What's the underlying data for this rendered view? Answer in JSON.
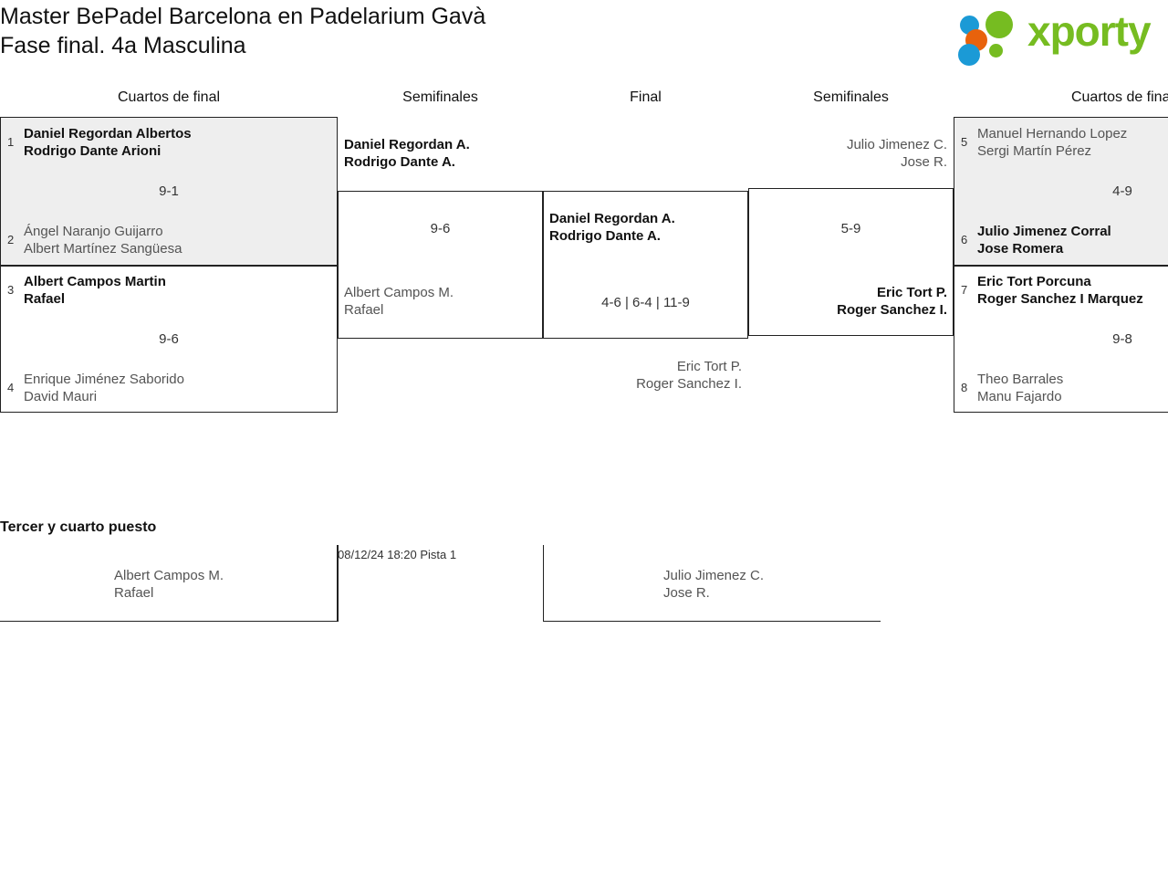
{
  "header": {
    "title": "Master BePadel Barcelona en Padelarium Gavà\nFase final. 4a Masculina",
    "logo_text": "xporty",
    "logo_colors": {
      "green": "#76bc21",
      "blue": "#1b9ad6",
      "orange": "#e8620c"
    }
  },
  "columns": {
    "qf_left": "Cuartos de final",
    "sf_left": "Semifinales",
    "final": "Final",
    "sf_right": "Semifinales",
    "qf_right": "Cuartos de final"
  },
  "bracket": {
    "qf_left": [
      {
        "seed_top": "1",
        "top": {
          "p1": "Daniel Regordan Albertos",
          "p2": "Rodrigo Dante Arioni",
          "result": "win"
        },
        "score": "9-1",
        "seed_bottom": "2",
        "bottom": {
          "p1": "Ángel Naranjo Guijarro",
          "p2": "Albert Martínez Sangüesa",
          "result": "lose"
        }
      },
      {
        "seed_top": "3",
        "top": {
          "p1": "Albert Campos Martin",
          "p2": "Rafael",
          "result": "win"
        },
        "score": "9-6",
        "seed_bottom": "4",
        "bottom": {
          "p1": "Enrique Jiménez Saborido",
          "p2": "David Mauri",
          "result": "lose"
        }
      }
    ],
    "sf_left": [
      {
        "top": {
          "p1": "Daniel Regordan A.",
          "p2": "Rodrigo Dante A.",
          "result": "win"
        },
        "score": "9-6",
        "bottom": {
          "p1": "Albert Campos M.",
          "p2": "Rafael",
          "result": "lose"
        }
      }
    ],
    "final": [
      {
        "top": {
          "p1": "Daniel Regordan A.",
          "p2": "Rodrigo Dante A.",
          "result": "win"
        },
        "score": "4-6 | 6-4 | 11-9",
        "bottom": {
          "p1": "Eric Tort P.",
          "p2": "Roger Sanchez I.",
          "result": "lose"
        }
      }
    ],
    "sf_right": [
      {
        "top": {
          "p1": "Julio Jimenez C.",
          "p2": "Jose R.",
          "result": "lose"
        },
        "score": "5-9",
        "bottom": {
          "p1": "Eric Tort P.",
          "p2": "Roger Sanchez I.",
          "result": "win"
        }
      }
    ],
    "qf_right": [
      {
        "seed_top": "5",
        "top": {
          "p1": "Manuel Hernando Lopez",
          "p2": "Sergi Martín Pérez",
          "result": "lose"
        },
        "score": "4-9",
        "seed_bottom": "6",
        "bottom": {
          "p1": "Julio Jimenez Corral",
          "p2": "Jose Romera",
          "result": "win"
        }
      },
      {
        "seed_top": "7",
        "top": {
          "p1": "Eric Tort Porcuna",
          "p2": "Roger Sanchez I Marquez",
          "result": "win"
        },
        "score": "9-8",
        "seed_bottom": "8",
        "bottom": {
          "p1": "Theo Barrales",
          "p2": "Manu Fajardo",
          "result": "lose"
        }
      }
    ]
  },
  "third_place": {
    "title": "Tercer y cuarto puesto",
    "schedule": "08/12/24 18:20 Pista 1",
    "left_team": {
      "p1": "Albert Campos M.",
      "p2": "Rafael",
      "result": "lose"
    },
    "right_team": {
      "p1": "Julio Jimenez C.",
      "p2": "Jose R.",
      "result": "lose"
    }
  }
}
